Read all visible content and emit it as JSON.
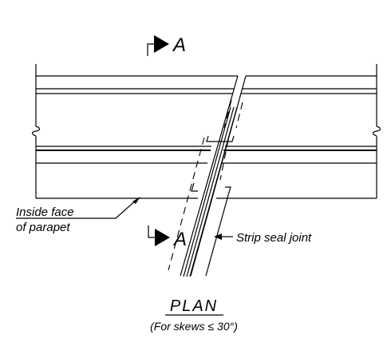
{
  "section_markers": {
    "top": "A",
    "bottom": "A"
  },
  "labels": {
    "inside_face_line1": "Inside face",
    "inside_face_line2": "of parapet",
    "strip_seal": "Strip seal joint"
  },
  "title": "PLAN",
  "subtitle": "(For skews ≤ 30°)"
}
